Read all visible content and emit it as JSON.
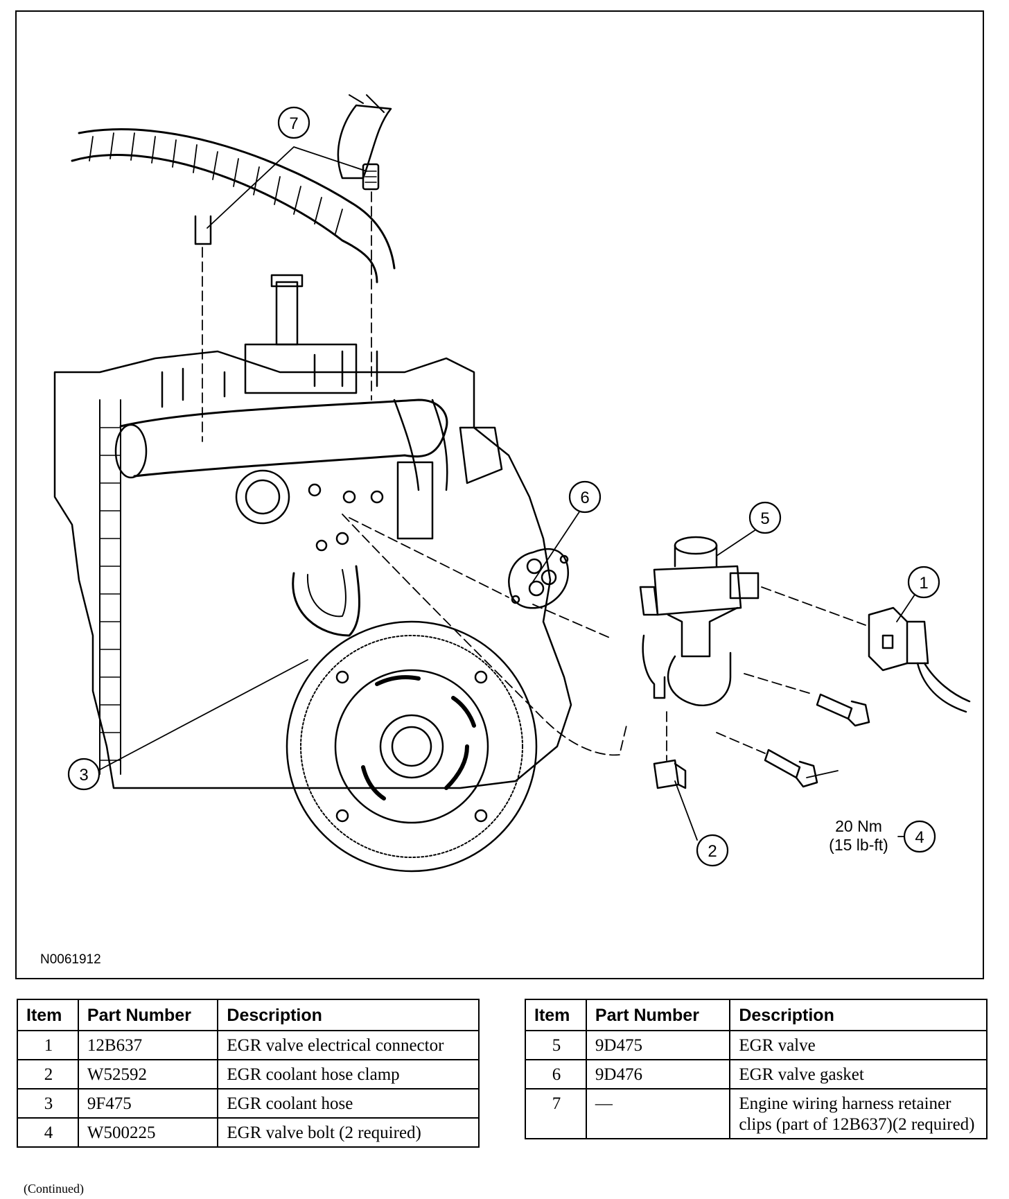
{
  "figure": {
    "id": "N0061912",
    "callouts": [
      "1",
      "2",
      "3",
      "4",
      "5",
      "6",
      "7"
    ],
    "torque": {
      "metric": "20 Nm",
      "imperial": "(15 lb-ft)"
    }
  },
  "table": {
    "headers": [
      "Item",
      "Part Number",
      "Description"
    ],
    "rows": [
      {
        "item": "1",
        "part_number": "12B637",
        "description": "EGR valve electrical connector"
      },
      {
        "item": "2",
        "part_number": "W52592",
        "description": "EGR coolant hose clamp"
      },
      {
        "item": "3",
        "part_number": "9F475",
        "description": "EGR coolant hose"
      },
      {
        "item": "4",
        "part_number": "W500225",
        "description": "EGR valve bolt (2 required)"
      },
      {
        "item": "5",
        "part_number": "9D475",
        "description": "EGR valve"
      },
      {
        "item": "6",
        "part_number": "9D476",
        "description": "EGR valve gasket"
      },
      {
        "item": "7",
        "part_number": "—",
        "description": "Engine wiring harness retainer clips (part of 12B637)(2 required)"
      }
    ]
  },
  "footer": {
    "continued": "(Continued)"
  }
}
